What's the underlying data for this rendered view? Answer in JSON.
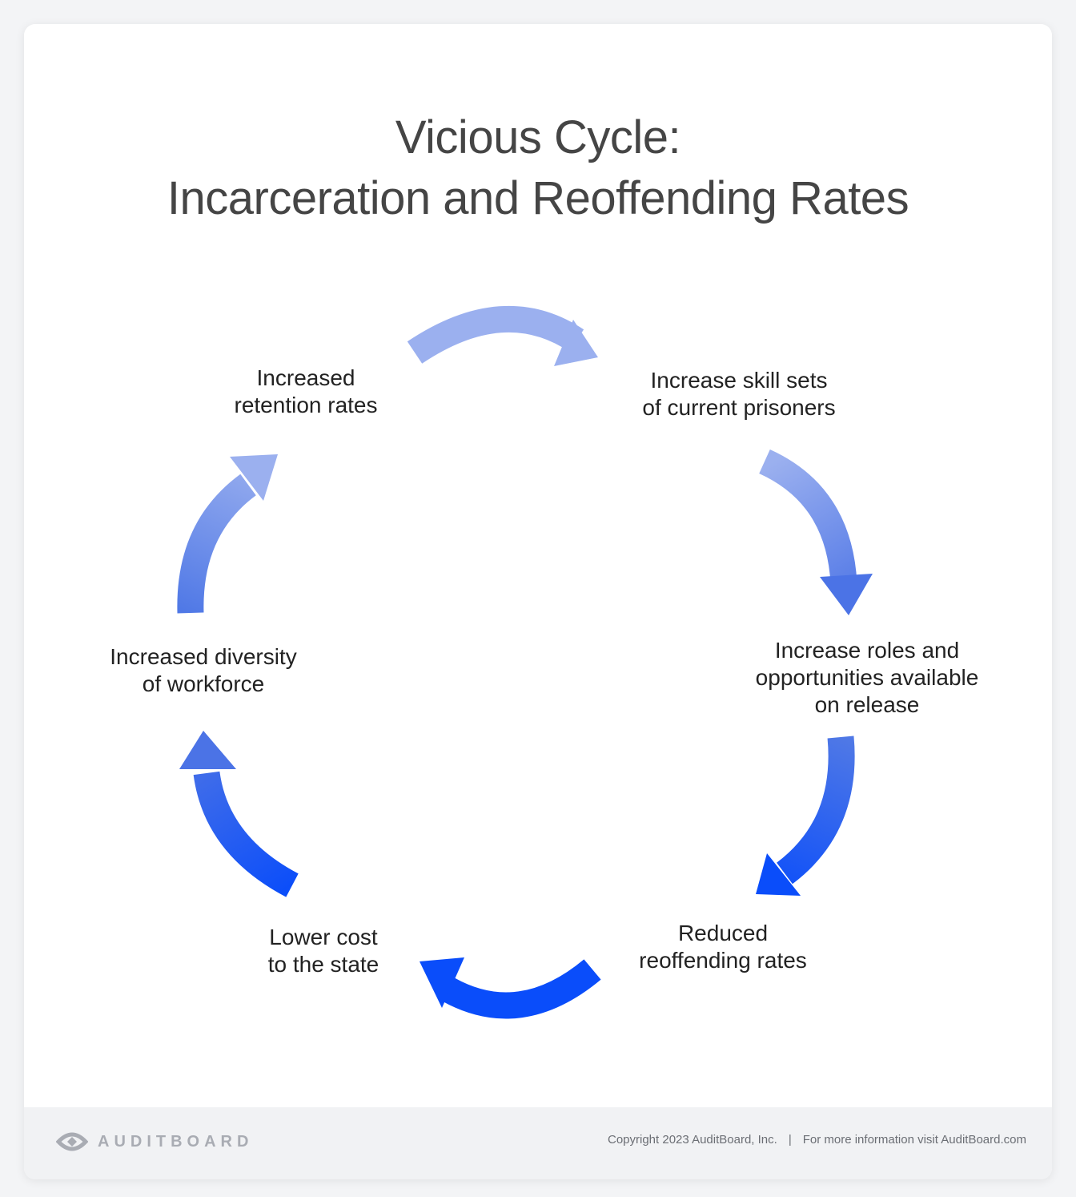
{
  "title": {
    "line1": "Vicious Cycle:",
    "line2": "Incarceration and Reoffending Rates"
  },
  "nodes": [
    {
      "id": "increase-skill-sets",
      "lines": [
        "Increase skill sets",
        "of current prisoners"
      ]
    },
    {
      "id": "increase-roles",
      "lines": [
        "Increase roles and",
        "opportunities available",
        "on release"
      ]
    },
    {
      "id": "reduced-reoffending",
      "lines": [
        "Reduced",
        "reoffending rates"
      ]
    },
    {
      "id": "lower-cost",
      "lines": [
        "Lower cost",
        "to the state"
      ]
    },
    {
      "id": "increased-diversity",
      "lines": [
        "Increased diversity",
        "of workforce"
      ]
    },
    {
      "id": "increased-retention",
      "lines": [
        "Increased",
        "retention rates"
      ]
    }
  ],
  "colors": {
    "arrow_light": "#9bb0ef",
    "arrow_dark": "#0a4dfa",
    "title": "#454545",
    "text": "#222222"
  },
  "footer": {
    "brand": "AUDITBOARD",
    "copyright": "Copyright 2023 AuditBoard, Inc.",
    "separator": "|",
    "info": "For more information visit AuditBoard.com"
  }
}
